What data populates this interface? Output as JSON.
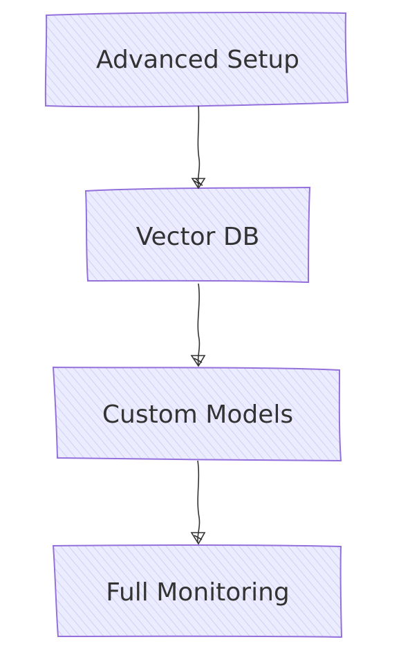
{
  "diagram": {
    "type": "flowchart",
    "direction": "top-to-bottom",
    "style": "hand-drawn",
    "colors": {
      "node_fill": "#ececff",
      "hatch": "#c9c9f2",
      "node_border": "#9370db",
      "edge": "#333333",
      "text": "#333333"
    },
    "nodes": [
      {
        "id": "advanced",
        "label": "Advanced Setup"
      },
      {
        "id": "vector",
        "label": "Vector DB"
      },
      {
        "id": "custom",
        "label": "Custom Models"
      },
      {
        "id": "full",
        "label": "Full Monitoring"
      }
    ],
    "edges": [
      {
        "from": "advanced",
        "to": "vector"
      },
      {
        "from": "vector",
        "to": "custom"
      },
      {
        "from": "custom",
        "to": "full"
      }
    ]
  }
}
